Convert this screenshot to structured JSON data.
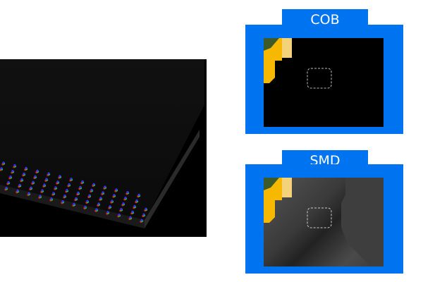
{
  "comparison": {
    "cob": {
      "label": "COB",
      "frame_color": "#0074f0",
      "screen_style": "black"
    },
    "smd": {
      "label": "SMD",
      "frame_color": "#0074f0",
      "screen_style": "gray-gradient"
    }
  },
  "led_panel": {
    "description": "3D LED module with RGB pixel dots"
  }
}
